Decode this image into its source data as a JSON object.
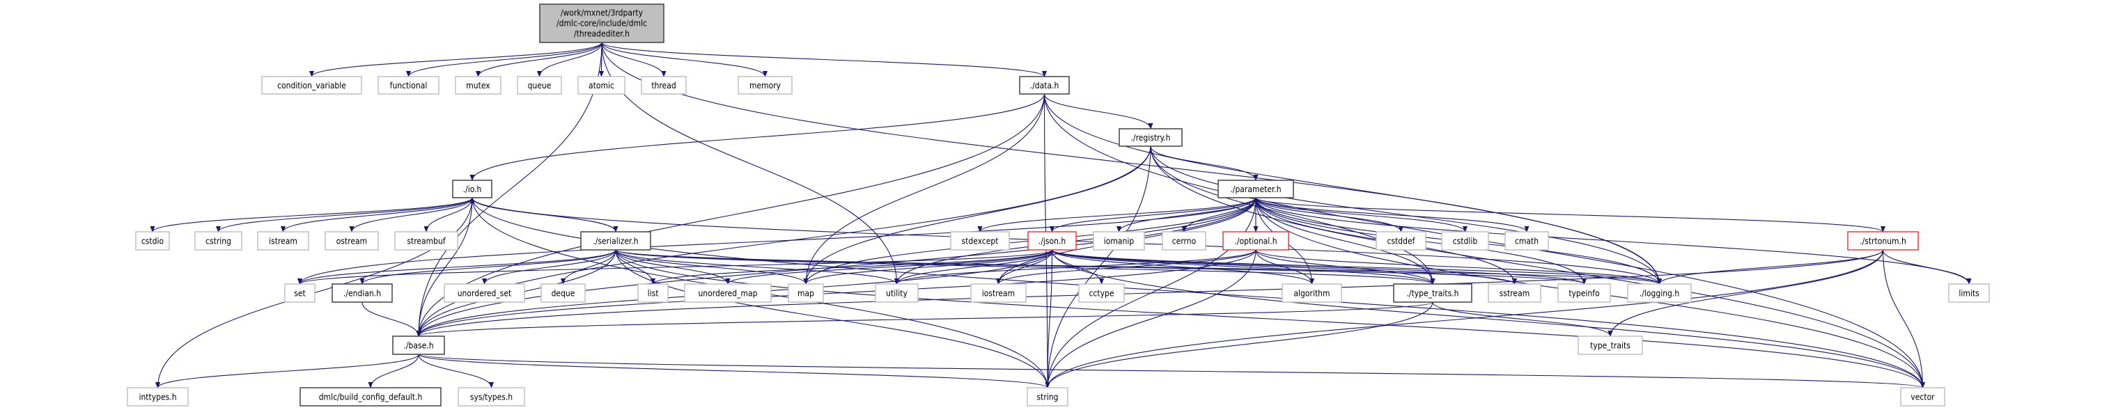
{
  "root": {
    "id": "threadediter",
    "label_lines": [
      "/work/mxnet/3rdparty",
      "/dmlc-core/include/dmlc",
      "/threadediter.h"
    ]
  },
  "nodes": [
    {
      "id": "condition_variable",
      "label": "condition_variable",
      "style": "system"
    },
    {
      "id": "functional",
      "label": "functional",
      "style": "system"
    },
    {
      "id": "mutex",
      "label": "mutex",
      "style": "system"
    },
    {
      "id": "queue",
      "label": "queue",
      "style": "system"
    },
    {
      "id": "atomic",
      "label": "atomic",
      "style": "system"
    },
    {
      "id": "thread",
      "label": "thread",
      "style": "system"
    },
    {
      "id": "memory",
      "label": "memory",
      "style": "system"
    },
    {
      "id": "data",
      "label": "./data.h",
      "style": "local"
    },
    {
      "id": "registry",
      "label": "./registry.h",
      "style": "local"
    },
    {
      "id": "parameter",
      "label": "./parameter.h",
      "style": "local"
    },
    {
      "id": "io",
      "label": "./io.h",
      "style": "local"
    },
    {
      "id": "cstdio",
      "label": "cstdio",
      "style": "system"
    },
    {
      "id": "cstring",
      "label": "cstring",
      "style": "system"
    },
    {
      "id": "istream",
      "label": "istream",
      "style": "system"
    },
    {
      "id": "ostream",
      "label": "ostream",
      "style": "system"
    },
    {
      "id": "streambuf",
      "label": "streambuf",
      "style": "system"
    },
    {
      "id": "serializer",
      "label": "./serializer.h",
      "style": "local"
    },
    {
      "id": "stdexcept",
      "label": "stdexcept",
      "style": "system"
    },
    {
      "id": "json",
      "label": "./json.h",
      "style": "truncated"
    },
    {
      "id": "iomanip",
      "label": "iomanip",
      "style": "system"
    },
    {
      "id": "cerrno",
      "label": "cerrno",
      "style": "system"
    },
    {
      "id": "optional",
      "label": "./optional.h",
      "style": "truncated"
    },
    {
      "id": "cstddef",
      "label": "cstddef",
      "style": "system"
    },
    {
      "id": "cstdlib",
      "label": "cstdlib",
      "style": "system"
    },
    {
      "id": "cmath",
      "label": "cmath",
      "style": "system"
    },
    {
      "id": "strtonum",
      "label": "./strtonum.h",
      "style": "truncated"
    },
    {
      "id": "set",
      "label": "set",
      "style": "system"
    },
    {
      "id": "endian",
      "label": "./endian.h",
      "style": "local"
    },
    {
      "id": "unordered_set",
      "label": "unordered_set",
      "style": "system"
    },
    {
      "id": "deque",
      "label": "deque",
      "style": "system"
    },
    {
      "id": "list",
      "label": "list",
      "style": "system"
    },
    {
      "id": "unordered_map",
      "label": "unordered_map",
      "style": "system"
    },
    {
      "id": "map",
      "label": "map",
      "style": "system"
    },
    {
      "id": "utility",
      "label": "utility",
      "style": "system"
    },
    {
      "id": "iostream",
      "label": "iostream",
      "style": "system"
    },
    {
      "id": "cctype",
      "label": "cctype",
      "style": "system"
    },
    {
      "id": "algorithm",
      "label": "algorithm",
      "style": "system"
    },
    {
      "id": "type_traits_h",
      "label": "./type_traits.h",
      "style": "local"
    },
    {
      "id": "sstream",
      "label": "sstream",
      "style": "system"
    },
    {
      "id": "typeinfo",
      "label": "typeinfo",
      "style": "system"
    },
    {
      "id": "logging",
      "label": "./logging.h",
      "style": "system"
    },
    {
      "id": "limits",
      "label": "limits",
      "style": "system"
    },
    {
      "id": "base",
      "label": "./base.h",
      "style": "local"
    },
    {
      "id": "type_traits",
      "label": "type_traits",
      "style": "system"
    },
    {
      "id": "inttypes",
      "label": "inttypes.h",
      "style": "system"
    },
    {
      "id": "build_config",
      "label": "dmlc/build_config_default.h",
      "style": "local"
    },
    {
      "id": "sys_types",
      "label": "sys/types.h",
      "style": "system"
    },
    {
      "id": "string",
      "label": "string",
      "style": "system"
    },
    {
      "id": "vector",
      "label": "vector",
      "style": "system"
    }
  ],
  "edges": [
    [
      "threadediter",
      "condition_variable"
    ],
    [
      "threadediter",
      "functional"
    ],
    [
      "threadediter",
      "mutex"
    ],
    [
      "threadediter",
      "queue"
    ],
    [
      "threadediter",
      "atomic"
    ],
    [
      "threadediter",
      "thread"
    ],
    [
      "threadediter",
      "memory"
    ],
    [
      "threadediter",
      "data"
    ],
    [
      "threadediter",
      "logging"
    ],
    [
      "threadediter",
      "base"
    ],
    [
      "threadediter",
      "utility"
    ],
    [
      "data",
      "registry"
    ],
    [
      "data",
      "io"
    ],
    [
      "data",
      "map"
    ],
    [
      "data",
      "string"
    ],
    [
      "data",
      "vector"
    ],
    [
      "data",
      "logging"
    ],
    [
      "data",
      "base"
    ],
    [
      "registry",
      "parameter"
    ],
    [
      "registry",
      "map"
    ],
    [
      "registry",
      "string"
    ],
    [
      "registry",
      "vector"
    ],
    [
      "registry",
      "base"
    ],
    [
      "registry",
      "logging"
    ],
    [
      "registry",
      "type_traits_h"
    ],
    [
      "parameter",
      "stdexcept"
    ],
    [
      "parameter",
      "json"
    ],
    [
      "parameter",
      "iomanip"
    ],
    [
      "parameter",
      "cerrno"
    ],
    [
      "parameter",
      "optional"
    ],
    [
      "parameter",
      "cstddef"
    ],
    [
      "parameter",
      "cstdlib"
    ],
    [
      "parameter",
      "cmath"
    ],
    [
      "parameter",
      "strtonum"
    ],
    [
      "parameter",
      "set"
    ],
    [
      "parameter",
      "map"
    ],
    [
      "parameter",
      "utility"
    ],
    [
      "parameter",
      "iostream"
    ],
    [
      "parameter",
      "algorithm"
    ],
    [
      "parameter",
      "type_traits_h"
    ],
    [
      "parameter",
      "sstream"
    ],
    [
      "parameter",
      "typeinfo"
    ],
    [
      "parameter",
      "logging"
    ],
    [
      "parameter",
      "limits"
    ],
    [
      "parameter",
      "string"
    ],
    [
      "parameter",
      "vector"
    ],
    [
      "parameter",
      "base"
    ],
    [
      "io",
      "cstdio"
    ],
    [
      "io",
      "cstring"
    ],
    [
      "io",
      "istream"
    ],
    [
      "io",
      "ostream"
    ],
    [
      "io",
      "streambuf"
    ],
    [
      "io",
      "serializer"
    ],
    [
      "io",
      "base"
    ],
    [
      "io",
      "string"
    ],
    [
      "io",
      "vector"
    ],
    [
      "io",
      "logging"
    ],
    [
      "io",
      "inttypes"
    ],
    [
      "serializer",
      "io"
    ],
    [
      "serializer",
      "set"
    ],
    [
      "serializer",
      "endian"
    ],
    [
      "serializer",
      "unordered_set"
    ],
    [
      "serializer",
      "deque"
    ],
    [
      "serializer",
      "list"
    ],
    [
      "serializer",
      "unordered_map"
    ],
    [
      "serializer",
      "map"
    ],
    [
      "serializer",
      "utility"
    ],
    [
      "serializer",
      "type_traits_h"
    ],
    [
      "serializer",
      "typeinfo"
    ],
    [
      "serializer",
      "logging"
    ],
    [
      "serializer",
      "base"
    ],
    [
      "serializer",
      "string"
    ],
    [
      "serializer",
      "vector"
    ],
    [
      "endian",
      "base"
    ],
    [
      "json",
      "unordered_map"
    ],
    [
      "json",
      "map"
    ],
    [
      "json",
      "list"
    ],
    [
      "json",
      "utility"
    ],
    [
      "json",
      "iostream"
    ],
    [
      "json",
      "cctype"
    ],
    [
      "json",
      "algorithm"
    ],
    [
      "json",
      "type_traits_h"
    ],
    [
      "json",
      "sstream"
    ],
    [
      "json",
      "typeinfo"
    ],
    [
      "json",
      "logging"
    ],
    [
      "json",
      "set"
    ],
    [
      "json",
      "base"
    ],
    [
      "json",
      "string"
    ],
    [
      "json",
      "vector"
    ],
    [
      "optional",
      "iostream"
    ],
    [
      "optional",
      "utility"
    ],
    [
      "optional",
      "algorithm"
    ],
    [
      "optional",
      "type_traits_h"
    ],
    [
      "optional",
      "logging"
    ],
    [
      "optional",
      "base"
    ],
    [
      "optional",
      "string"
    ],
    [
      "strtonum",
      "logging"
    ],
    [
      "strtonum",
      "limits"
    ],
    [
      "strtonum",
      "type_traits"
    ],
    [
      "strtonum",
      "base"
    ],
    [
      "strtonum",
      "string"
    ],
    [
      "strtonum",
      "vector"
    ],
    [
      "type_traits_h",
      "base"
    ],
    [
      "type_traits_h",
      "type_traits"
    ],
    [
      "type_traits_h",
      "string"
    ],
    [
      "base",
      "inttypes"
    ],
    [
      "base",
      "build_config"
    ],
    [
      "base",
      "sys_types"
    ],
    [
      "base",
      "string"
    ],
    [
      "base",
      "vector"
    ]
  ],
  "colors": {
    "edge": "#191970",
    "root_fill": "#bfbfbf",
    "local_border": "#404040",
    "system_border": "#bfbfbf",
    "truncated_border": "#ff3333"
  }
}
